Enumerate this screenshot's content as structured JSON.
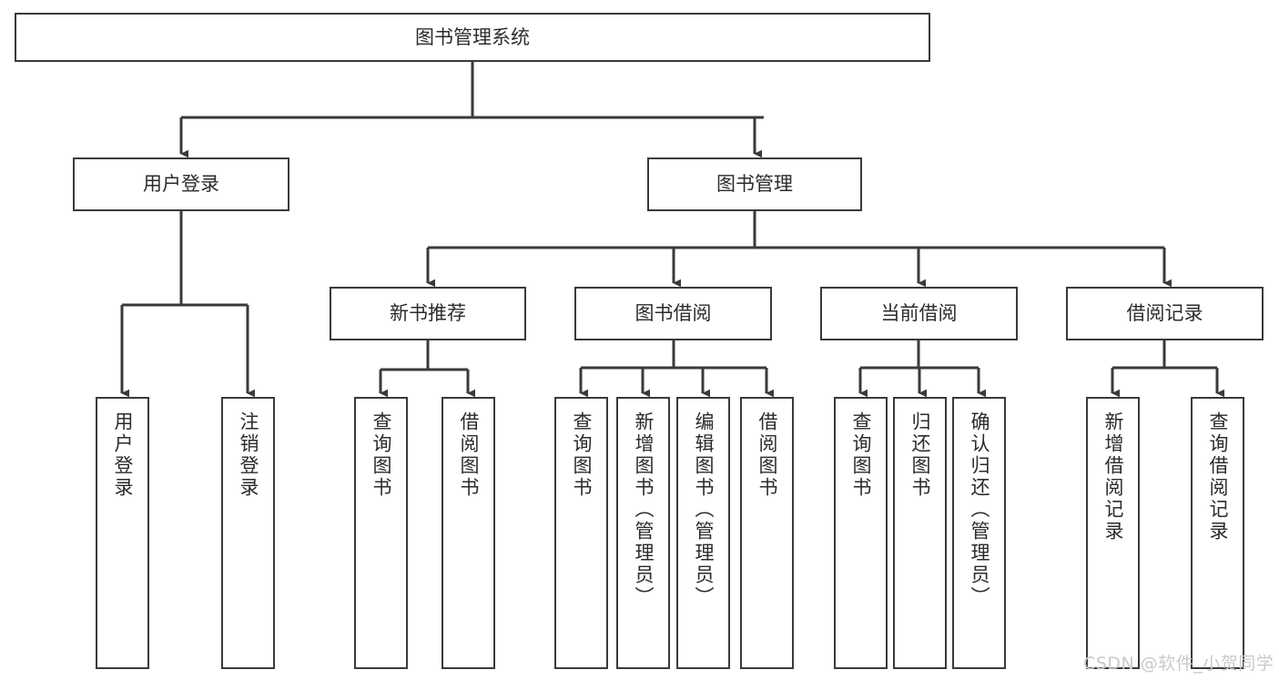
{
  "diagram": {
    "title": "图书管理系统",
    "type": "tree",
    "orientation": "top-down",
    "colors": {
      "box_border": "#3a3a3a",
      "box_fill": "#ffffff",
      "connector": "#3a3a3a",
      "text": "#2b2b2b",
      "watermark": "#c9c9c9",
      "background": "#ffffff"
    },
    "nodes": {
      "root": {
        "label": "图书管理系统"
      },
      "level2": [
        {
          "id": "user-login",
          "label": "用户登录"
        },
        {
          "id": "book-management",
          "label": "图书管理"
        }
      ],
      "level3": [
        {
          "id": "new-book-recommend",
          "label": "新书推荐"
        },
        {
          "id": "book-borrow",
          "label": "图书借阅"
        },
        {
          "id": "current-borrow",
          "label": "当前借阅"
        },
        {
          "id": "borrow-record",
          "label": "借阅记录"
        }
      ],
      "leaves": {
        "user-login": [
          {
            "id": "leaf-user-login",
            "label": "用户登录"
          },
          {
            "id": "leaf-logout-login",
            "label": "注销登录"
          }
        ],
        "new-book-recommend": [
          {
            "id": "leaf-query-book-1",
            "label": "查询图书"
          },
          {
            "id": "leaf-borrow-book-1",
            "label": "借阅图书"
          }
        ],
        "book-borrow": [
          {
            "id": "leaf-query-book-2",
            "label": "查询图书"
          },
          {
            "id": "leaf-add-book",
            "label": "新增图书（管理员）"
          },
          {
            "id": "leaf-edit-book",
            "label": "编辑图书（管理员）"
          },
          {
            "id": "leaf-borrow-book-2",
            "label": "借阅图书"
          }
        ],
        "current-borrow": [
          {
            "id": "leaf-query-book-3",
            "label": "查询图书"
          },
          {
            "id": "leaf-return-book",
            "label": "归还图书"
          },
          {
            "id": "leaf-confirm-return",
            "label": "确认归还（管理员）"
          }
        ],
        "borrow-record": [
          {
            "id": "leaf-add-record",
            "label": "新增借阅记录"
          },
          {
            "id": "leaf-query-record",
            "label": "查询借阅记录"
          }
        ]
      }
    },
    "watermark": "CSDN @软件_小贺同学"
  }
}
